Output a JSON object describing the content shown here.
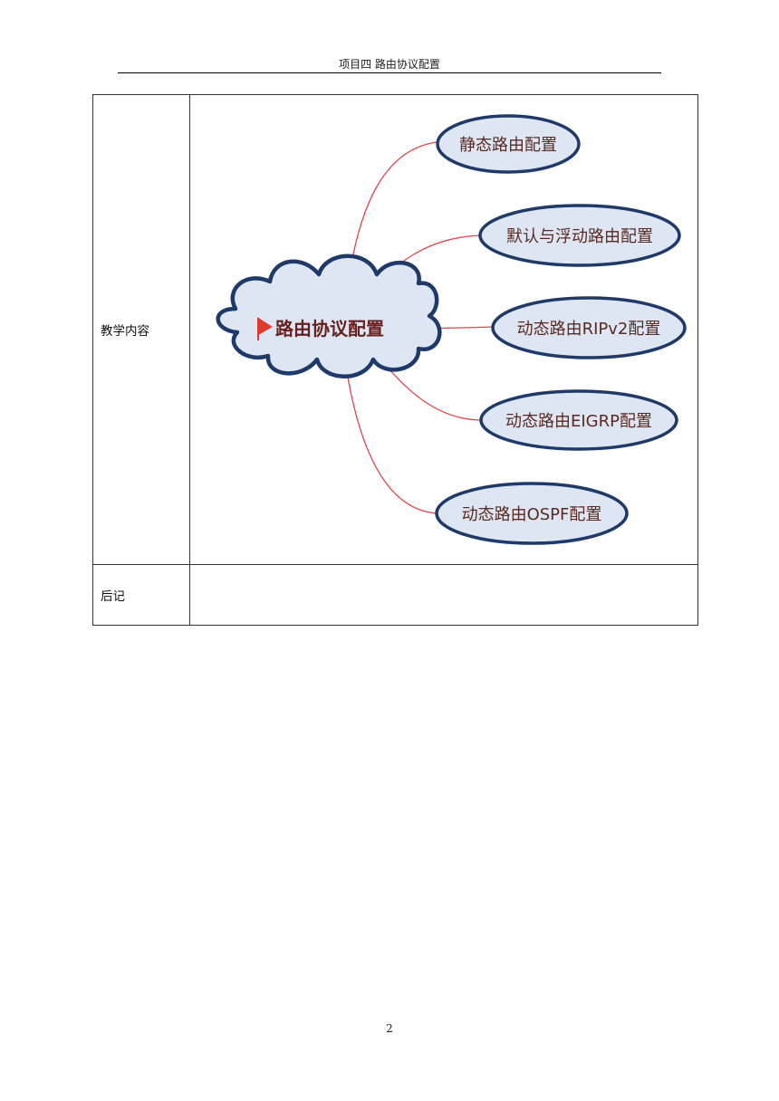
{
  "header": {
    "title": "项目四  路由协议配置"
  },
  "table": {
    "rows": [
      {
        "label": "教学内容"
      },
      {
        "label": "后记",
        "content": ""
      }
    ]
  },
  "mindmap": {
    "center": {
      "label": "路由协议配置",
      "icon": "flag-icon"
    },
    "branches": [
      {
        "label": "静态路由配置"
      },
      {
        "label": "默认与浮动路由配置"
      },
      {
        "label": "动态路由RIPv2配置"
      },
      {
        "label": "动态路由EIGRP配置"
      },
      {
        "label": "动态路由OSPF配置"
      }
    ],
    "colors": {
      "node_fill": "#dde6f2",
      "node_border": "#1f3a68",
      "link": "#e0474c",
      "text": "#5a2a22",
      "center_text": "#6a1f1f",
      "flag": "#e03a2f"
    }
  },
  "footer": {
    "page_number": "2"
  }
}
